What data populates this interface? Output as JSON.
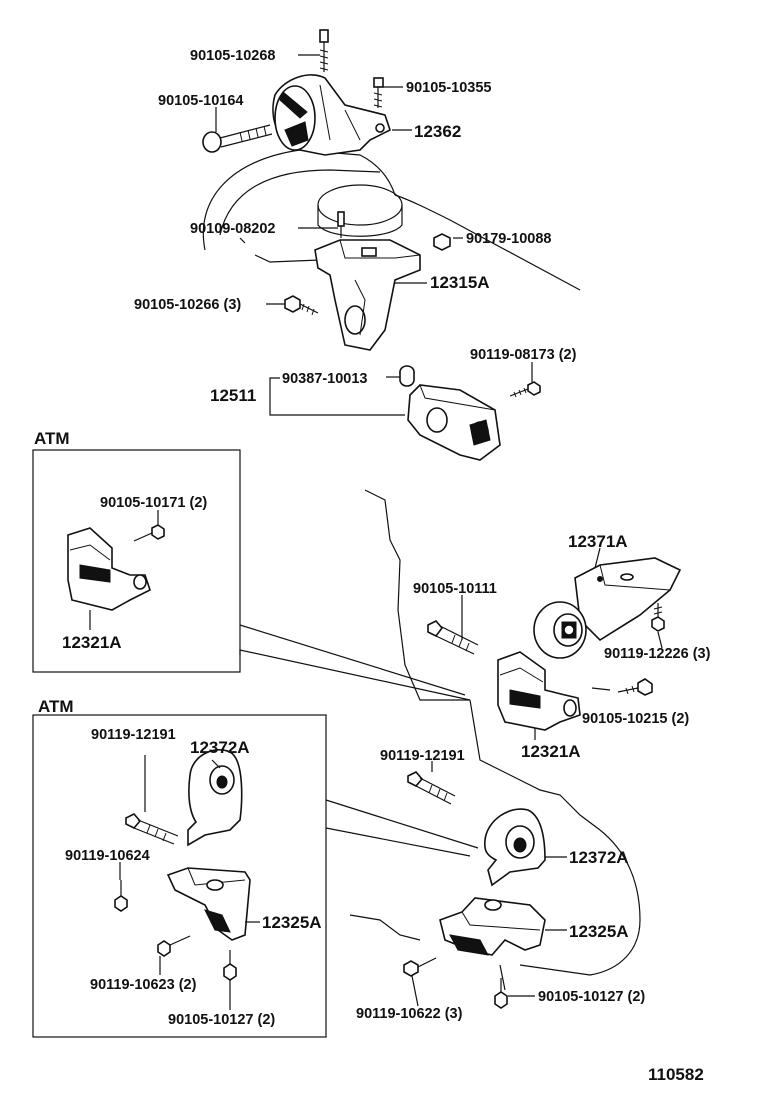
{
  "labels": {
    "p_90105_10268": "90105-10268",
    "p_90105_10355": "90105-10355",
    "p_90105_10164": "90105-10164",
    "p_12362": "12362",
    "p_90109_08202": "90109-08202",
    "p_90179_10088": "90179-10088",
    "p_12315A": "12315A",
    "p_90105_10266": "90105-10266 (3)",
    "p_90119_08173": "90119-08173 (2)",
    "p_12511": "12511",
    "p_90387_10013": "90387-10013",
    "atm_top_title": "ATM",
    "atm_top_bolt": "90105-10171 (2)",
    "atm_top_mount": "12321A",
    "p_12371A": "12371A",
    "p_90105_10111": "90105-10111",
    "p_90119_12226": "90119-12226 (3)",
    "p_90105_10215": "90105-10215 (2)",
    "p_12321A": "12321A",
    "atm_bottom_title": "ATM",
    "atm_bot_12191": "90119-12191",
    "atm_bot_12372A": "12372A",
    "atm_bot_10624": "90119-10624",
    "atm_bot_12325A": "12325A",
    "atm_bot_10623": "90119-10623 (2)",
    "atm_bot_10127": "90105-10127 (2)",
    "p_90119_12191": "90119-12191",
    "p_12372A": "12372A",
    "p_12325A": "12325A",
    "p_90119_10622": "90119-10622 (3)",
    "p_90105_10127": "90105-10127 (2)",
    "figure_number": "110582"
  }
}
